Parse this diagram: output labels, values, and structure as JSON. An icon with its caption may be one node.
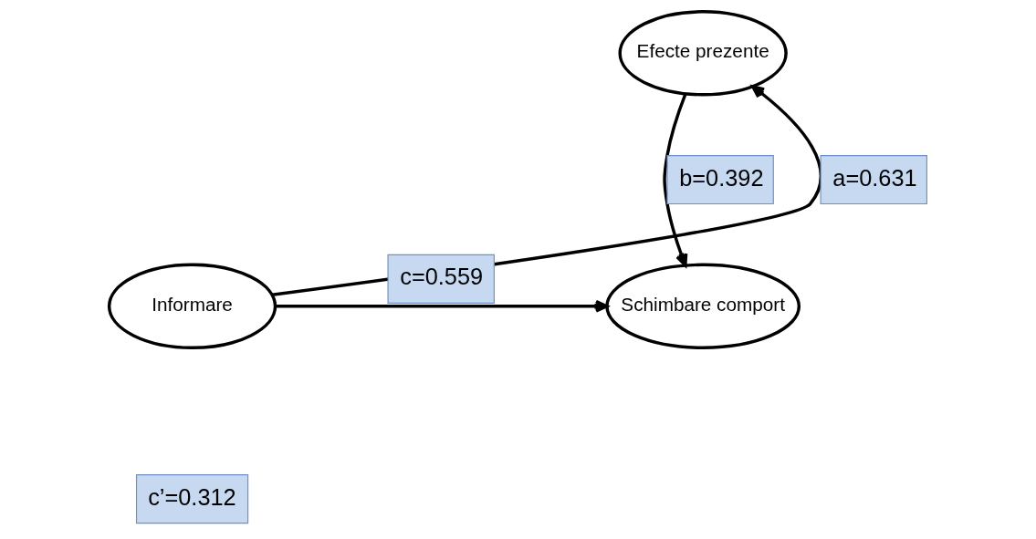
{
  "diagram": {
    "nodes": [
      {
        "text": [
          "Efecte prezente"
        ]
      },
      {
        "text": [
          "Informare"
        ]
      },
      {
        "text": [
          "Schimbare comport"
        ]
      }
    ],
    "edges": [
      {
        "from": 1,
        "to": 0,
        "arrow": "to",
        "label": "a=0.631"
      },
      {
        "from": 0,
        "to": 2,
        "arrow": "to",
        "label": "b=0.392"
      },
      {
        "from": 1,
        "to": 2,
        "arrow": "to",
        "label": "c=0.559"
      }
    ],
    "labels": [
      "c’=0.312"
    ]
  }
}
